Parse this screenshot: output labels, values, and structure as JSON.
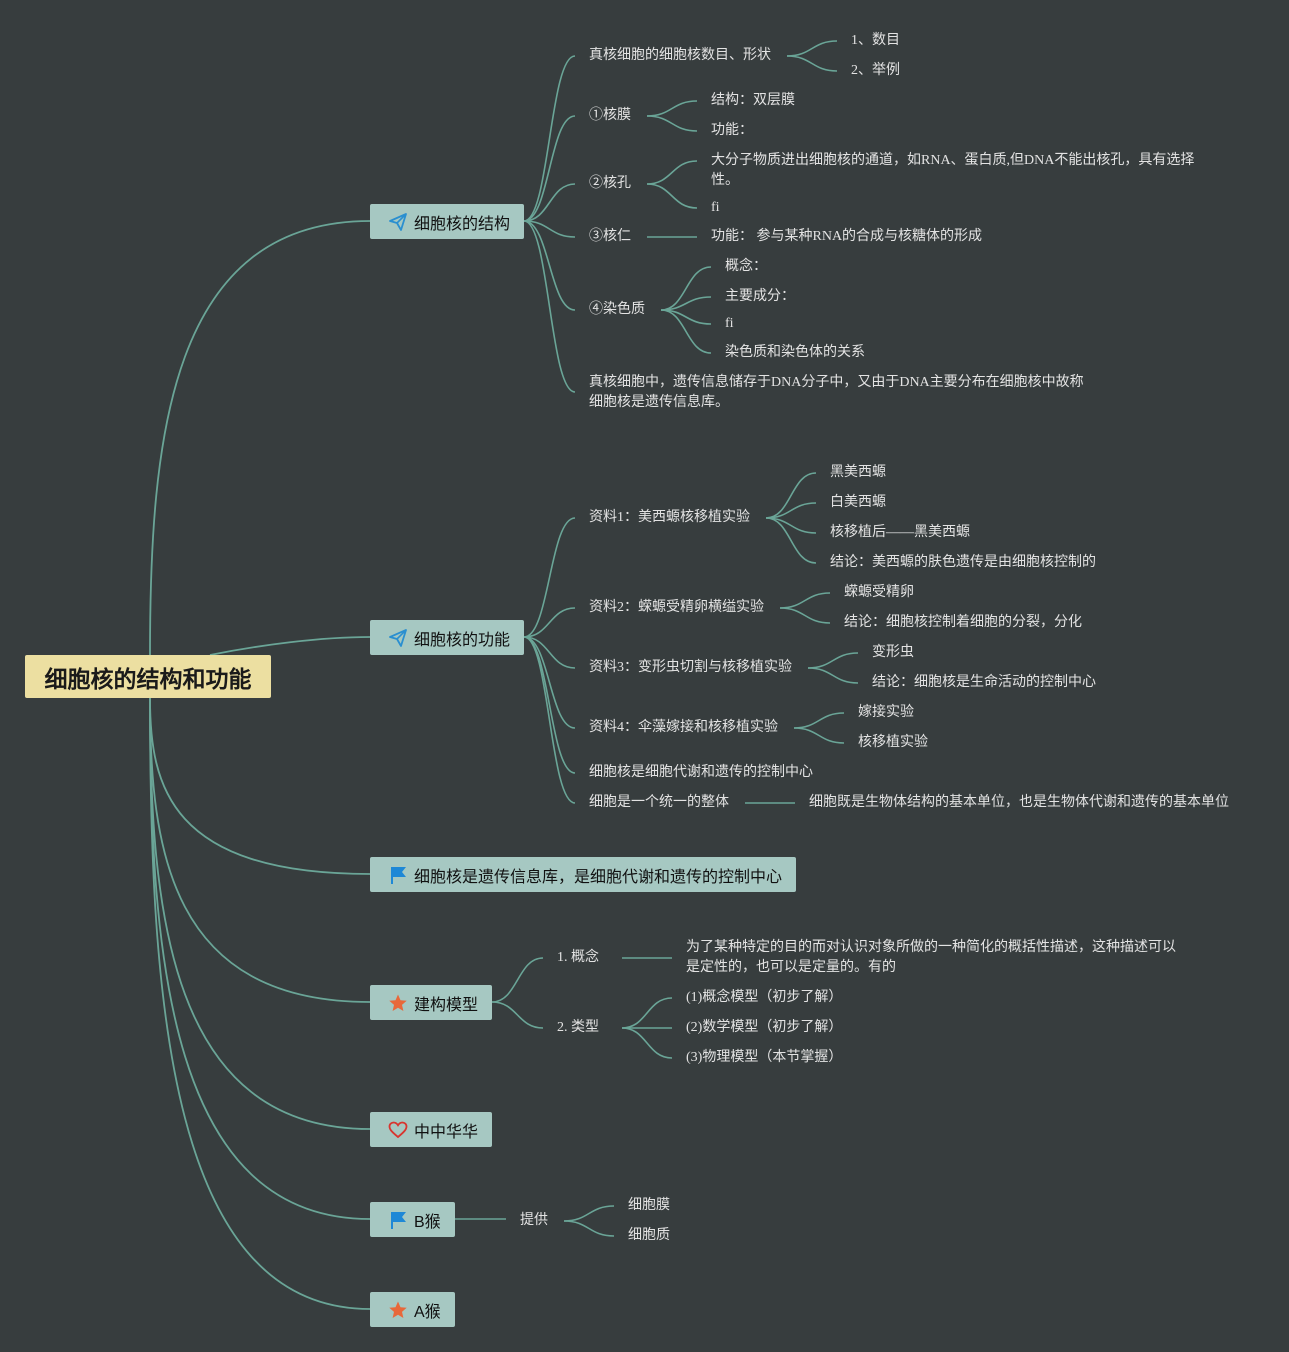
{
  "root": {
    "label": "细胞核的结构和功能"
  },
  "branches": {
    "structure": {
      "label": "细胞核的结构",
      "icon": "paper-plane-icon",
      "count_title": "真核细胞的细胞核数目、形状",
      "count_items": [
        "1、数目",
        "2、举例"
      ],
      "membrane": {
        "label": "①核膜",
        "items": [
          "结构：双层膜",
          "功能："
        ]
      },
      "pore": {
        "label": "②核孔",
        "items": [
          "大分子物质进出细胞核的通道，如RNA、蛋白质,但DNA不能出核孔，具有选择性。",
          "fi"
        ]
      },
      "nucleolus": {
        "label": "③核仁",
        "item": "功能： 参与某种RNA的合成与核糖体的形成"
      },
      "chromatin": {
        "label": "④染色质",
        "items": [
          "概念：",
          "主要成分：",
          "fi",
          "染色质和染色体的关系"
        ]
      },
      "summary": "真核细胞中，遗传信息储存于DNA分子中，又由于DNA主要分布在细胞核中故称细胞核是遗传信息库。"
    },
    "function": {
      "label": "细胞核的功能",
      "icon": "paper-plane-icon",
      "m1": {
        "label": "资料1：美西螈核移植实验",
        "items": [
          "黑美西螈",
          "白美西螈",
          "核移植后——黑美西螈",
          "结论：美西螈的肤色遗传是由细胞核控制的"
        ]
      },
      "m2": {
        "label": "资料2：蝾螈受精卵横缢实验",
        "items": [
          "蝾螈受精卵",
          "结论：细胞核控制着细胞的分裂，分化"
        ]
      },
      "m3": {
        "label": "资料3：变形虫切割与核移植实验",
        "items": [
          "变形虫",
          "结论：细胞核是生命活动的控制中心"
        ]
      },
      "m4": {
        "label": "资料4：伞藻嫁接和核移植实验",
        "items": [
          "嫁接实验",
          "核移植实验"
        ]
      },
      "control": "细胞核是细胞代谢和遗传的控制中心",
      "unity": {
        "label": "细胞是一个统一的整体",
        "item": "细胞既是生物体结构的基本单位，也是生物体代谢和遗传的基本单位"
      }
    },
    "library": {
      "label": "细胞核是遗传信息库，是细胞代谢和遗传的控制中心",
      "icon": "flag-icon"
    },
    "model": {
      "label": "建构模型",
      "icon": "star-icon",
      "concept": {
        "label": "1. 概念",
        "item": "为了某种特定的目的而对认识对象所做的一种简化的概括性描述，这种描述可以是定性的，也可以是定量的。有的"
      },
      "types": {
        "label": "2. 类型",
        "items": [
          "(1)概念模型（初步了解）",
          "(2)数学模型（初步了解）",
          "(3)物理模型（本节掌握）"
        ]
      }
    },
    "zzhh": {
      "label": "中中华华",
      "icon": "heart-icon"
    },
    "bmonkey": {
      "label": "B猴",
      "icon": "flag-icon",
      "provide": "提供",
      "items": [
        "细胞膜",
        "细胞质"
      ]
    },
    "amonkey": {
      "label": "A猴",
      "icon": "star-icon"
    }
  },
  "colors": {
    "background": "#373d3e",
    "line": "#6aa597",
    "root": "#ecdfa1",
    "branch": "#a6c8c2",
    "text": "#e3e3e3",
    "plane_icon": "#2a8fd0",
    "flag_icon": "#1e88d6",
    "star_icon": "#e8683a",
    "heart_icon": "#d8352f"
  }
}
